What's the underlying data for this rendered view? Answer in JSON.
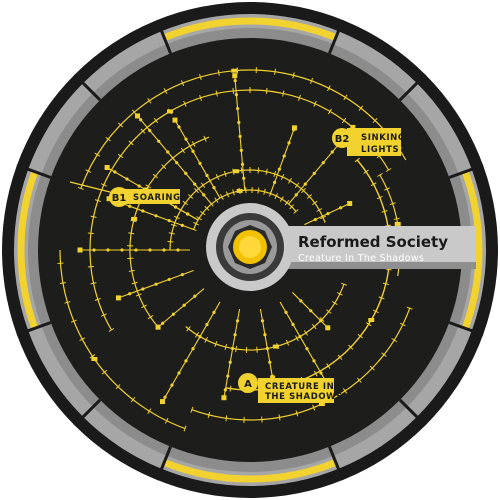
{
  "record": {
    "band": "Reformed Society",
    "album": "Creature In The Shadows",
    "colors": {
      "accent": "#f2d22e",
      "background": "#1d1d1b",
      "rim": "#a6a6a6",
      "label_band": "#c9c9c9"
    }
  },
  "tracks": [
    {
      "side": "B1",
      "title_lines": [
        "SOARING"
      ]
    },
    {
      "side": "B2",
      "title_lines": [
        "SINKING",
        "LIGHTS"
      ]
    },
    {
      "side": "A",
      "title_lines": [
        "CREATURE IN",
        "THE SHADOWS"
      ]
    }
  ]
}
